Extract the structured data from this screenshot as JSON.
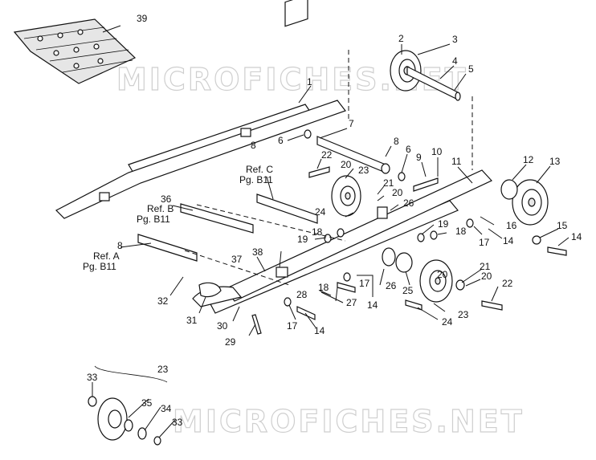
{
  "watermark": "MICROFICHES.NET",
  "labels": {
    "n1": "1",
    "n2": "2",
    "n3": "3",
    "n4": "4",
    "n5": "5",
    "n6a": "6",
    "n6b": "6",
    "n7": "7",
    "n8a": "8",
    "n8b": "8",
    "n8c": "8",
    "n9": "9",
    "n10": "10",
    "n11": "11",
    "n12": "12",
    "n13": "13",
    "n14a": "14",
    "n14b": "14",
    "n14c": "14",
    "n14d": "14",
    "n15": "15",
    "n16": "16",
    "n17a": "17",
    "n17b": "17",
    "n17c": "17",
    "n18a": "18",
    "n18b": "18",
    "n18c": "18",
    "n19a": "19",
    "n19b": "19",
    "n20a": "20",
    "n20b": "20",
    "n20c": "20",
    "n20d": "20",
    "n21a": "21",
    "n21b": "21",
    "n22a": "22",
    "n22b": "22",
    "n23a": "23",
    "n23b": "23",
    "n23c": "23",
    "n24a": "24",
    "n24b": "24",
    "n25": "25",
    "n26a": "26",
    "n26b": "26",
    "n27": "27",
    "n28": "28",
    "n29": "29",
    "n30": "30",
    "n31": "31",
    "n32": "32",
    "n33a": "33",
    "n33b": "33",
    "n34": "34",
    "n35": "35",
    "n36": "36",
    "n37": "37",
    "n38": "38",
    "n39": "39"
  },
  "refs": {
    "refC": "Ref. C",
    "pgC": "Pg. B11",
    "refB": "Ref. B",
    "pgB": "Pg. B11",
    "refA": "Ref. A",
    "pgA": "Pg. B11"
  }
}
